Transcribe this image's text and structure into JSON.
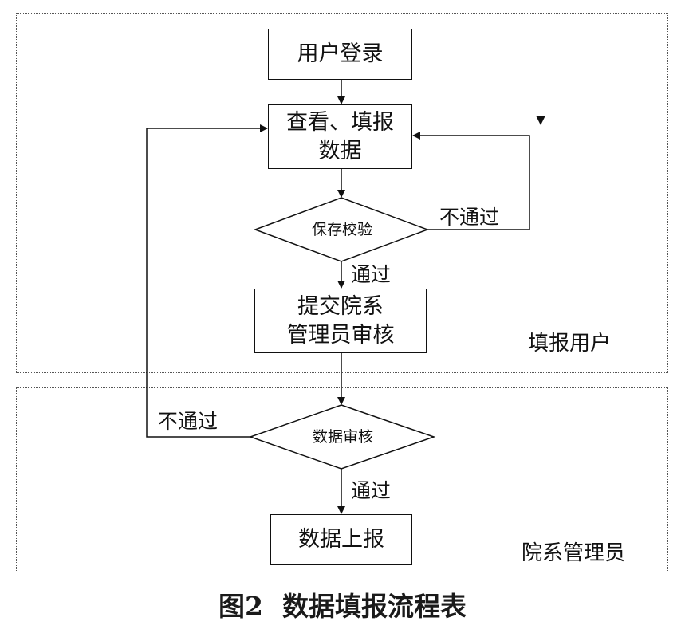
{
  "nodes": {
    "login": {
      "lines": [
        "用户登录"
      ]
    },
    "view": {
      "lines": [
        "查看、填报",
        "数据"
      ]
    },
    "check": {
      "label": "保存校验"
    },
    "submit": {
      "lines": [
        "提交院系",
        "管理员审核"
      ]
    },
    "audit": {
      "label": "数据审核"
    },
    "report": {
      "lines": [
        "数据上报"
      ]
    }
  },
  "edges": {
    "check_fail": "不通过",
    "check_pass": "通过",
    "audit_fail": "不通过",
    "audit_pass": "通过"
  },
  "lanes": {
    "user": "填报用户",
    "admin": "院系管理员"
  },
  "caption": {
    "number": "图2",
    "title": "数据填报流程表"
  }
}
